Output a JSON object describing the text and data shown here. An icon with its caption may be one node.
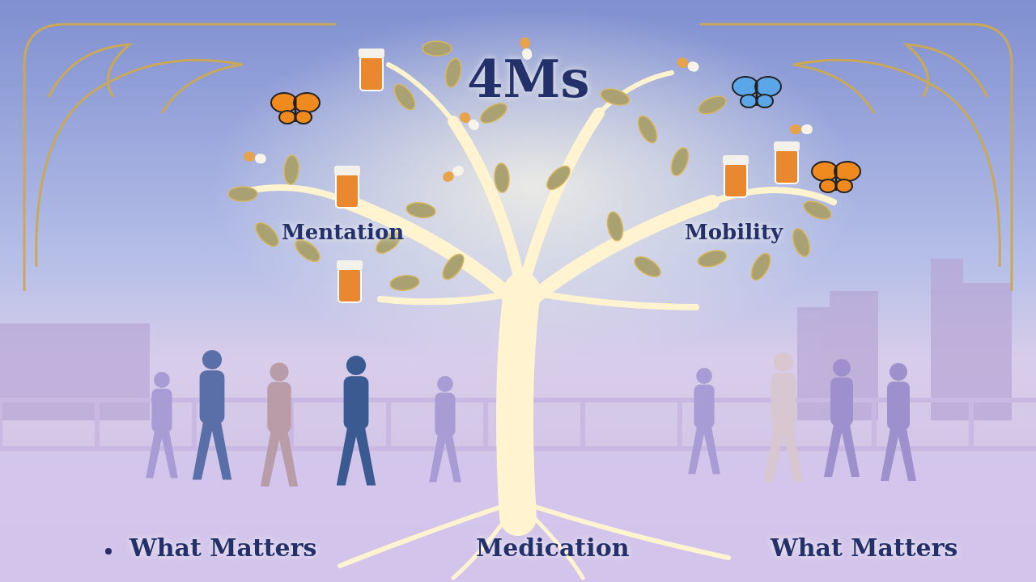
{
  "diagram": {
    "title": "4Ms",
    "labels": [
      "Mentation",
      "Mobility",
      "What Matters",
      "Medication",
      "What Matters"
    ]
  }
}
